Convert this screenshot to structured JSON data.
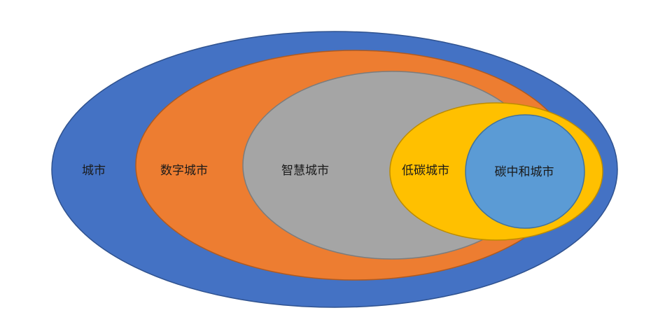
{
  "diagram": {
    "colors": {
      "city": "#4472C4",
      "digital_city": "#ED7D31",
      "smart_city": "#A5A5A5",
      "low_carbon_city": "#FFC000",
      "carbon_neutral_city": "#5B9BD5"
    },
    "labels": {
      "city": "城市",
      "digital_city": "数字城市",
      "smart_city": "智慧城市",
      "low_carbon_city": "低碳城市",
      "carbon_neutral_city": "碳中和城市"
    }
  }
}
